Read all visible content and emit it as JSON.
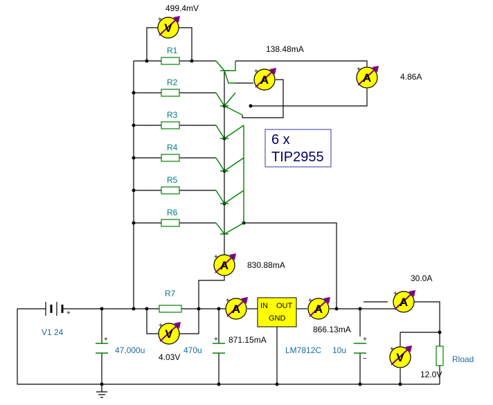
{
  "meters": {
    "vm_r1": {
      "letter": "V",
      "reading": "499.4mV"
    },
    "am_q1": {
      "letter": "A",
      "reading": "138.48mA"
    },
    "am_total": {
      "letter": "A",
      "reading": "4.86A"
    },
    "am_base": {
      "letter": "A",
      "reading": "830.88mA"
    },
    "vm_r7": {
      "letter": "V",
      "reading": "4.03V"
    },
    "am_in": {
      "letter": "A",
      "reading": "871.15mA"
    },
    "am_reg": {
      "letter": "A",
      "reading": "866.13mA"
    },
    "am_load": {
      "letter": "A",
      "reading": "30.0A"
    },
    "vm_load": {
      "letter": "V",
      "reading": "12.0V"
    }
  },
  "resistors": [
    "R1",
    "R2",
    "R3",
    "R4",
    "R5",
    "R6",
    "R7"
  ],
  "transistor_note": {
    "line1": "6 x",
    "line2": "TIP2955"
  },
  "source": {
    "label": "V1 24",
    "plus": "+"
  },
  "capacitors": {
    "c1": "47,000u",
    "c2": "470u",
    "c3": "10u"
  },
  "regulator": {
    "in": "IN",
    "out": "OUT",
    "gnd": "GND",
    "part": "LM7812C"
  },
  "load": {
    "label": "Rload"
  },
  "colors": {
    "wire": "#000000",
    "component": "#008000",
    "meter_fill": "#ffff00",
    "meter_arrow": "#800080",
    "regulator_fill": "#ffff00",
    "note_text": "#000066",
    "resistor_label": "#007a7a"
  }
}
